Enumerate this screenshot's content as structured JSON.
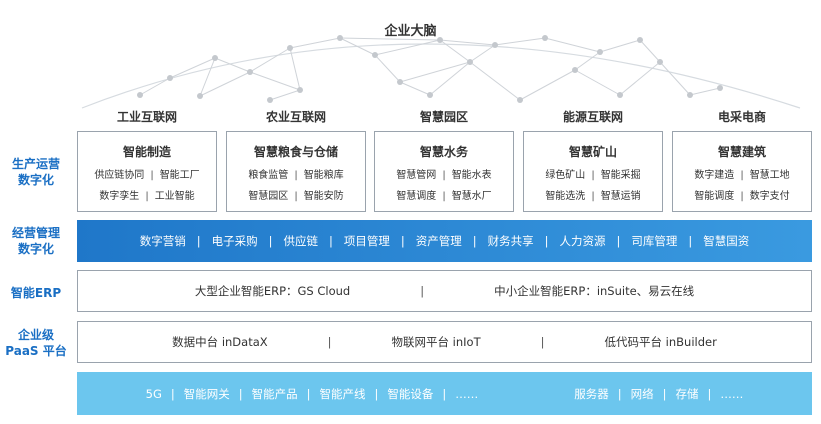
{
  "top": {
    "title": "企业大脑",
    "categories": [
      "工业互联网",
      "农业互联网",
      "智慧园区",
      "能源互联网",
      "电采电商"
    ]
  },
  "row_labels": {
    "production": [
      "生产运营",
      "数字化"
    ],
    "operations": [
      "经营管理",
      "数字化"
    ],
    "erp": [
      "智能ERP"
    ],
    "paas": [
      "企业级",
      "PaaS 平台"
    ]
  },
  "cards": [
    {
      "title": "智能制造",
      "line1": [
        "供应链协同",
        "智能工厂"
      ],
      "line2": [
        "数字孪生",
        "工业智能"
      ]
    },
    {
      "title": "智慧粮食与仓储",
      "line1": [
        "粮食监管",
        "智能粮库"
      ],
      "line2": [
        "智慧园区",
        "智能安防"
      ]
    },
    {
      "title": "智慧水务",
      "line1": [
        "智慧管网",
        "智能水表"
      ],
      "line2": [
        "智慧调度",
        "智慧水厂"
      ]
    },
    {
      "title": "智慧矿山",
      "line1": [
        "绿色矿山",
        "智能采掘"
      ],
      "line2": [
        "智能选洗",
        "智慧运销"
      ]
    },
    {
      "title": "智慧建筑",
      "line1": [
        "数字建造",
        "智慧工地"
      ],
      "line2": [
        "智能调度",
        "数字支付"
      ]
    }
  ],
  "operations_items": [
    "数字营销",
    "电子采购",
    "供应链",
    "项目管理",
    "资产管理",
    "财务共享",
    "人力资源",
    "司库管理",
    "智慧国资"
  ],
  "erp_items": [
    "大型企业智能ERP：GS Cloud",
    "中小企业智能ERP：inSuite、易云在线"
  ],
  "paas_items": [
    "数据中台 inDataX",
    "物联网平台 inIoT",
    "低代码平台 inBuilder"
  ],
  "infra_left": [
    "5G",
    "智能网关",
    "智能产品",
    "智能产线",
    "智能设备",
    "……"
  ],
  "infra_right": [
    "服务器",
    "网络",
    "存储",
    "……"
  ],
  "colors": {
    "accent": "#1a6fc4",
    "ops_band": "#2a86d3",
    "infra_band": "#6cc6ee",
    "network": "#c8ccd2"
  }
}
